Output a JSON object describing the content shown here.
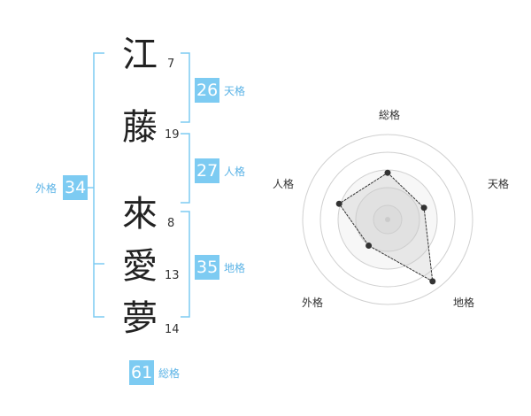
{
  "name": {
    "characters": [
      {
        "char": "江",
        "strokes": "7"
      },
      {
        "char": "藤",
        "strokes": "19"
      },
      {
        "char": "來",
        "strokes": "8"
      },
      {
        "char": "愛",
        "strokes": "13"
      },
      {
        "char": "夢",
        "strokes": "14"
      }
    ]
  },
  "fortunes": {
    "tenkaku": {
      "value": "26",
      "label": "天格"
    },
    "jinkaku": {
      "value": "27",
      "label": "人格"
    },
    "chikaku": {
      "value": "35",
      "label": "地格"
    },
    "gaikaku": {
      "value": "34",
      "label": "外格"
    },
    "soukaku": {
      "value": "61",
      "label": "総格"
    }
  },
  "colors": {
    "accent": "#7dcbf2",
    "bracket": "#7dcbf2",
    "radar_fill": "#eeeeee",
    "radar_line": "#333333"
  },
  "radar": {
    "axes": [
      "総格",
      "天格",
      "地格",
      "外格",
      "人格"
    ],
    "values": [
      0.55,
      0.45,
      0.9,
      0.38,
      0.6
    ]
  }
}
